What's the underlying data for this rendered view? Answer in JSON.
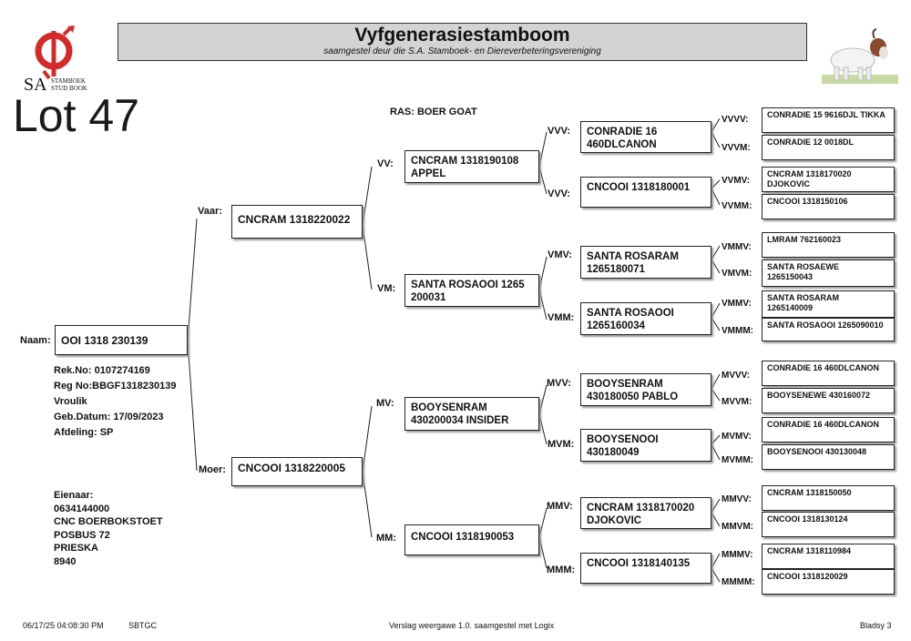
{
  "header": {
    "title": "Vyfgenerasiestamboom",
    "subtitle": "saamgestel deur die S.A. Stamboek- en Diereverbeteringsvereniging"
  },
  "logo": {
    "main": "SA",
    "line1": "STAMBOEK",
    "line2": "STUD BOOK",
    "color": "#d42a2a",
    "icon": "sa-studbook-logo-icon"
  },
  "lot": "Lot 47",
  "breed": "RAS: BOER GOAT",
  "animal": {
    "label": "Naam:",
    "name": "OOI 1318 230139",
    "details": [
      "Rek.No: 0107274169",
      "Reg No:BBGF1318230139",
      "Vroulik",
      "Geb.Datum: 17/09/2023",
      "Afdeling: SP"
    ]
  },
  "owner": [
    "Eienaar:",
    "0634144000",
    "CNC BOERBOKSTOET",
    "POSBUS 72",
    "PRIESKA",
    "8940"
  ],
  "pedigree": {
    "gen1": [
      {
        "label": "Vaar:",
        "lines": [
          "CNCRAM 1318220022"
        ]
      },
      {
        "label": "Moer:",
        "lines": [
          "CNCOOI 1318220005"
        ]
      }
    ],
    "gen2": [
      {
        "label": "VV:",
        "lines": [
          "CNCRAM 1318190108",
          "APPEL"
        ]
      },
      {
        "label": "VM:",
        "lines": [
          "SANTA ROSAOOI 1265",
          "200031"
        ]
      },
      {
        "label": "MV:",
        "lines": [
          "BOOYSENRAM",
          "430200034 INSIDER"
        ]
      },
      {
        "label": "MM:",
        "lines": [
          "CNCOOI 1318190053"
        ]
      }
    ],
    "gen3": [
      {
        "label": "VVV:",
        "lines": [
          "CONRADIE 16",
          "460DLCANON"
        ]
      },
      {
        "label": "VVV:",
        "lines": [
          "CNCOOI 1318180001"
        ]
      },
      {
        "label": "VMV:",
        "lines": [
          "SANTA ROSARAM",
          "1265180071"
        ]
      },
      {
        "label": "VMM:",
        "lines": [
          "SANTA ROSAOOI",
          "1265160034"
        ]
      },
      {
        "label": "MVV:",
        "lines": [
          "BOOYSENRAM",
          "430180050 PABLO"
        ]
      },
      {
        "label": "MVM:",
        "lines": [
          "BOOYSENOOI",
          "430180049"
        ]
      },
      {
        "label": "MMV:",
        "lines": [
          "CNCRAM 1318170020",
          "DJOKOVIC"
        ]
      },
      {
        "label": "MMM:",
        "lines": [
          "CNCOOI 1318140135"
        ]
      }
    ],
    "gen4": [
      {
        "label": "VVVV:",
        "lines": [
          "CONRADIE 15 9616DJL TIKKA"
        ]
      },
      {
        "label": "VVVM:",
        "lines": [
          "CONRADIE 12 0018DL"
        ]
      },
      {
        "label": "VVMV:",
        "lines": [
          "CNCRAM 1318170020",
          "DJOKOVIC"
        ]
      },
      {
        "label": "VVMM:",
        "lines": [
          "CNCOOI 1318150106"
        ]
      },
      {
        "label": "VMMV:",
        "lines": [
          "LMRAM 762160023"
        ]
      },
      {
        "label": "VMVM:",
        "lines": [
          "SANTA ROSAEWE",
          "1265150043"
        ]
      },
      {
        "label": "VMMV:",
        "lines": [
          "SANTA ROSARAM",
          "1265140009"
        ]
      },
      {
        "label": "VMMM:",
        "lines": [
          "SANTA ROSAOOI 1265090010"
        ]
      },
      {
        "label": "MVVV:",
        "lines": [
          "CONRADIE 16 460DLCANON"
        ]
      },
      {
        "label": "MVVM:",
        "lines": [
          "BOOYSENEWE 430160072"
        ]
      },
      {
        "label": "MVMV:",
        "lines": [
          "CONRADIE 16 460DLCANON"
        ]
      },
      {
        "label": "MVMM:",
        "lines": [
          "BOOYSENOOI 430130048"
        ]
      },
      {
        "label": "MMVV:",
        "lines": [
          "CNCRAM 1318150050"
        ]
      },
      {
        "label": "MMVM:",
        "lines": [
          "CNCOOI 1318130124"
        ]
      },
      {
        "label": "MMMV:",
        "lines": [
          "CNCRAM 1318110984"
        ]
      },
      {
        "label": "MMMM:",
        "lines": [
          "CNCOOI 1318120029"
        ]
      }
    ]
  },
  "footer": {
    "datetime": "06/17/25 04:08:30 PM",
    "code": "SBTGC",
    "version": "Verslag weergawe 1.0. saamgestel met Logix",
    "page": "Bladsy 3"
  },
  "goat_icon": "boer-goat-icon"
}
